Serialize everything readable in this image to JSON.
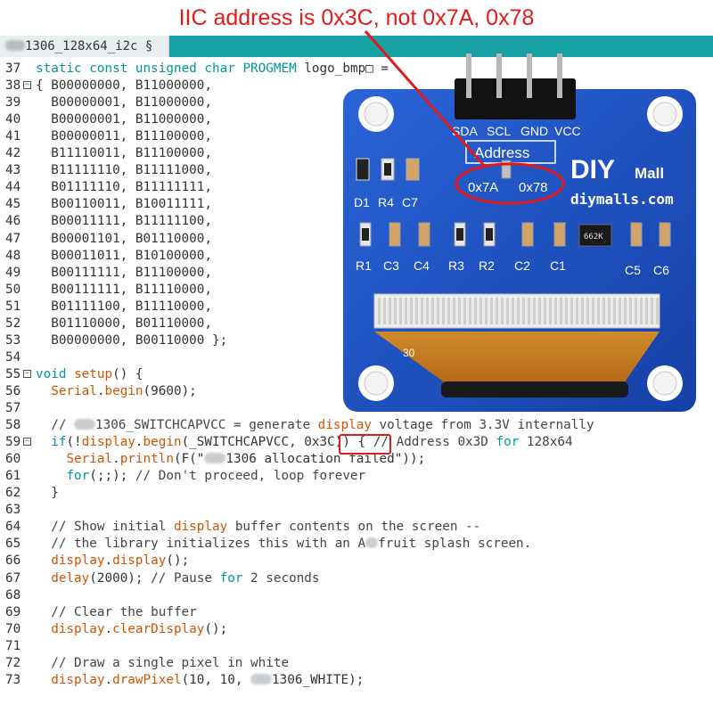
{
  "annotation": {
    "headline": "IIC address is 0x3C, not 0x7A, 0x78"
  },
  "editor": {
    "tab_label": "1306_128x64_i2c §",
    "lines": [
      {
        "n": "37",
        "t": "static const unsigned char PROGMEM logo_bmp□ ="
      },
      {
        "n": "38",
        "t": "{ B00000000, B11000000,"
      },
      {
        "n": "39",
        "t": "  B00000001, B11000000,"
      },
      {
        "n": "40",
        "t": "  B00000001, B11000000,"
      },
      {
        "n": "41",
        "t": "  B00000011, B11100000,"
      },
      {
        "n": "42",
        "t": "  B11110011, B11100000,"
      },
      {
        "n": "43",
        "t": "  B11111110, B11111000,"
      },
      {
        "n": "44",
        "t": "  B01111110, B11111111,"
      },
      {
        "n": "45",
        "t": "  B00110011, B10011111,"
      },
      {
        "n": "46",
        "t": "  B00011111, B11111100,"
      },
      {
        "n": "47",
        "t": "  B00001101, B01110000,"
      },
      {
        "n": "48",
        "t": "  B00011011, B10100000,"
      },
      {
        "n": "49",
        "t": "  B00111111, B11100000,"
      },
      {
        "n": "50",
        "t": "  B00111111, B11110000,"
      },
      {
        "n": "51",
        "t": "  B01111100, B11110000,"
      },
      {
        "n": "52",
        "t": "  B01110000, B01110000,"
      },
      {
        "n": "53",
        "t": "  B00000000, B00110000 };"
      },
      {
        "n": "54",
        "t": ""
      },
      {
        "n": "55",
        "t": "void setup() {"
      },
      {
        "n": "56",
        "t": "  Serial.begin(9600);"
      },
      {
        "n": "57",
        "t": ""
      },
      {
        "n": "58",
        "t": "  // 1306_SWITCHCAPVCC = generate display voltage from 3.3V internally"
      },
      {
        "n": "59",
        "t": "  if(!display.begin(_SWITCHCAPVCC, 0x3C)) { // Address 0x3D for 128x64"
      },
      {
        "n": "60",
        "t": "    Serial.println(F(\"1306 allocation failed\"));"
      },
      {
        "n": "61",
        "t": "    for(;;); // Don't proceed, loop forever"
      },
      {
        "n": "62",
        "t": "  }"
      },
      {
        "n": "63",
        "t": ""
      },
      {
        "n": "64",
        "t": "  // Show initial display buffer contents on the screen --"
      },
      {
        "n": "65",
        "t": "  // the library initializes this with an Afruit splash screen."
      },
      {
        "n": "66",
        "t": "  display.display();"
      },
      {
        "n": "67",
        "t": "  delay(2000); // Pause for 2 seconds"
      },
      {
        "n": "68",
        "t": ""
      },
      {
        "n": "69",
        "t": "  // Clear the buffer"
      },
      {
        "n": "70",
        "t": "  display.clearDisplay();"
      },
      {
        "n": "71",
        "t": ""
      },
      {
        "n": "72",
        "t": "  // Draw a single pixel in white"
      },
      {
        "n": "73",
        "t": "  display.drawPixel(10, 10, 1306_WHITE);"
      }
    ]
  },
  "board": {
    "pins": [
      "SDA",
      "SCL",
      "GND",
      "VCC"
    ],
    "address_title": "Address",
    "address_options": [
      "0x7A",
      "0x78"
    ],
    "brand": "DIY",
    "brand_suffix": "Mall",
    "website": "diymalls.com",
    "top_components": [
      "D1",
      "R4",
      "C7"
    ],
    "bottom_components": [
      "R1",
      "C3",
      "C4",
      "R3",
      "R2",
      "C2",
      "C1",
      "C5",
      "C6"
    ],
    "ic_marking": "662K",
    "flex_label": "30"
  },
  "colors": {
    "annotation_red": "#e01b1b",
    "pcb_blue": "#1b54c8",
    "tab_bar": "#17a1a5",
    "keyword": "#00979c",
    "function": "#d35400"
  }
}
